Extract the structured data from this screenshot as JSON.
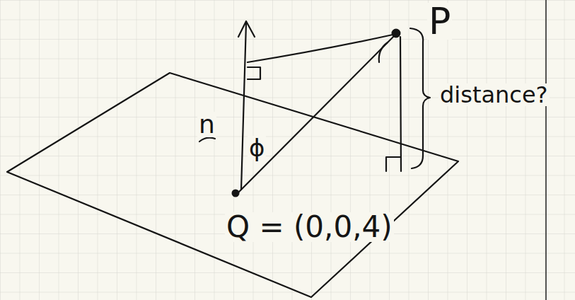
{
  "diagram": {
    "labels": [
      "P",
      "distance?",
      "n",
      "ϕ",
      "Q = (0,0,4)"
    ]
  }
}
